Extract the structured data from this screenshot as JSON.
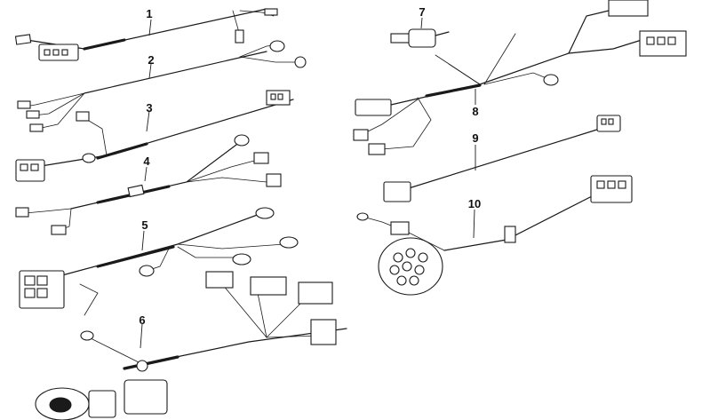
{
  "diagram": {
    "callouts": [
      {
        "id": "1",
        "label": "1"
      },
      {
        "id": "2",
        "label": "2"
      },
      {
        "id": "3",
        "label": "3"
      },
      {
        "id": "4",
        "label": "4"
      },
      {
        "id": "5",
        "label": "5"
      },
      {
        "id": "6",
        "label": "6"
      },
      {
        "id": "7",
        "label": "7"
      },
      {
        "id": "8",
        "label": "8"
      },
      {
        "id": "9",
        "label": "9"
      },
      {
        "id": "10",
        "label": "10"
      }
    ],
    "line_color": "#1a1a1a",
    "background": "#ffffff"
  }
}
